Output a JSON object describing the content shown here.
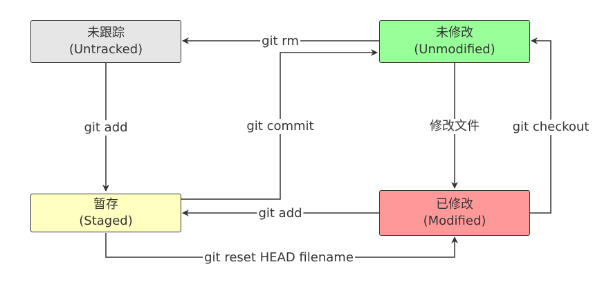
{
  "nodes": {
    "untracked": {
      "title": "未跟踪",
      "subtitle": "(Untracked)",
      "color": "#e6e6e6"
    },
    "unmodified": {
      "title": "未修改",
      "subtitle": "(Unmodified)",
      "color": "#99ff99"
    },
    "staged": {
      "title": "暂存",
      "subtitle": "(Staged)",
      "color": "#ffffc0"
    },
    "modified": {
      "title": "已修改",
      "subtitle": "(Modified)",
      "color": "#ff9999"
    }
  },
  "edges": {
    "git_rm": "git rm",
    "git_add_left": "git add",
    "git_commit": "git commit",
    "modify_file": "修改文件",
    "git_checkout": "git checkout",
    "git_add_bottom": "git add",
    "git_reset": "git reset HEAD filename"
  },
  "colors": {
    "line": "#333333",
    "text": "#333333"
  }
}
